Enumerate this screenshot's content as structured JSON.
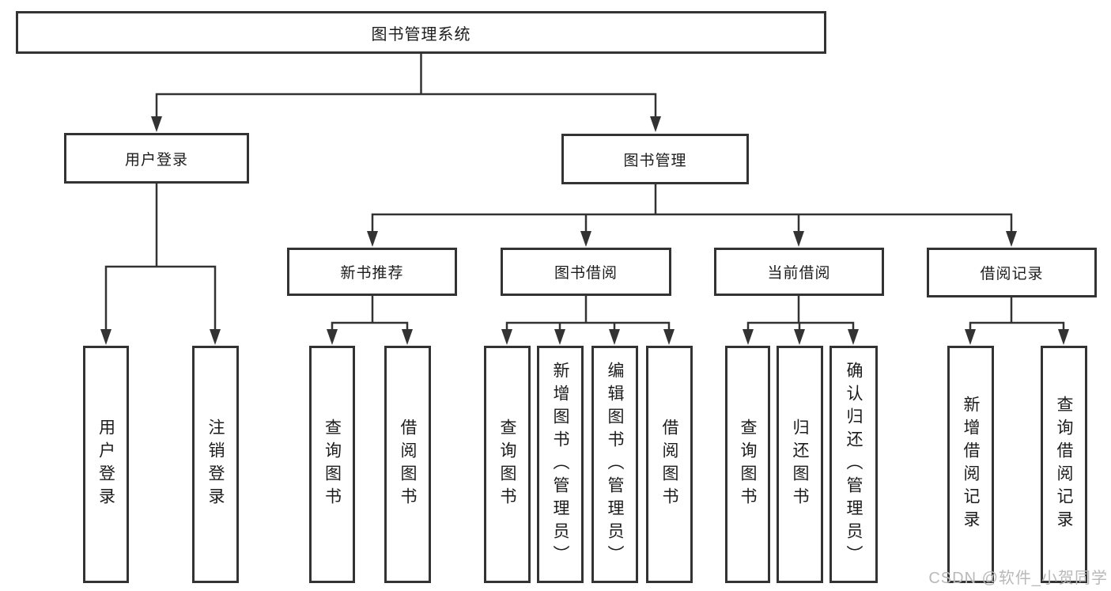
{
  "diagram": {
    "type": "hierarchy-tree",
    "colors": {
      "line": "#333333",
      "box_border": "#333333",
      "box_fill": "#ffffff",
      "text": "#1c1c1c",
      "watermark_text": "#b9b9b9"
    },
    "nodes": {
      "root": {
        "label": "图书管理系统"
      },
      "userLogin": {
        "label": "用户登录"
      },
      "bookMgmt": {
        "label": "图书管理"
      },
      "newBookRec": {
        "label": "新书推荐"
      },
      "bookBorrow": {
        "label": "图书借阅"
      },
      "currentBorrow": {
        "label": "当前借阅"
      },
      "borrowRecords": {
        "label": "借阅记录"
      },
      "uLogin": {
        "label": "用户登录"
      },
      "uLogout": {
        "label": "注销登录"
      },
      "nbQuery": {
        "label": "查询图书"
      },
      "nbBorrow": {
        "label": "借阅图书"
      },
      "bbQuery": {
        "label": "查询图书"
      },
      "bbAdd": {
        "label": "新增图书（管理员）"
      },
      "bbEdit": {
        "label": "编辑图书（管理员）"
      },
      "bbBorrow": {
        "label": "借阅图书"
      },
      "cbQuery": {
        "label": "查询图书"
      },
      "cbReturn": {
        "label": "归还图书"
      },
      "cbConfirm": {
        "label": "确认归还（管理员）"
      },
      "brAdd": {
        "label": "新增借阅记录"
      },
      "brQuery": {
        "label": "查询借阅记录"
      }
    },
    "edges": [
      {
        "from": "root",
        "to": [
          "userLogin",
          "bookMgmt"
        ]
      },
      {
        "from": "userLogin",
        "to": [
          "uLogin",
          "uLogout"
        ]
      },
      {
        "from": "bookMgmt",
        "to": [
          "newBookRec",
          "bookBorrow",
          "currentBorrow",
          "borrowRecords"
        ]
      },
      {
        "from": "newBookRec",
        "to": [
          "nbQuery",
          "nbBorrow"
        ]
      },
      {
        "from": "bookBorrow",
        "to": [
          "bbQuery",
          "bbAdd",
          "bbEdit",
          "bbBorrow"
        ]
      },
      {
        "from": "currentBorrow",
        "to": [
          "cbQuery",
          "cbReturn",
          "cbConfirm"
        ]
      },
      {
        "from": "borrowRecords",
        "to": [
          "brAdd",
          "brQuery"
        ]
      }
    ]
  },
  "watermark": "CSDN @软件_小贺同学"
}
